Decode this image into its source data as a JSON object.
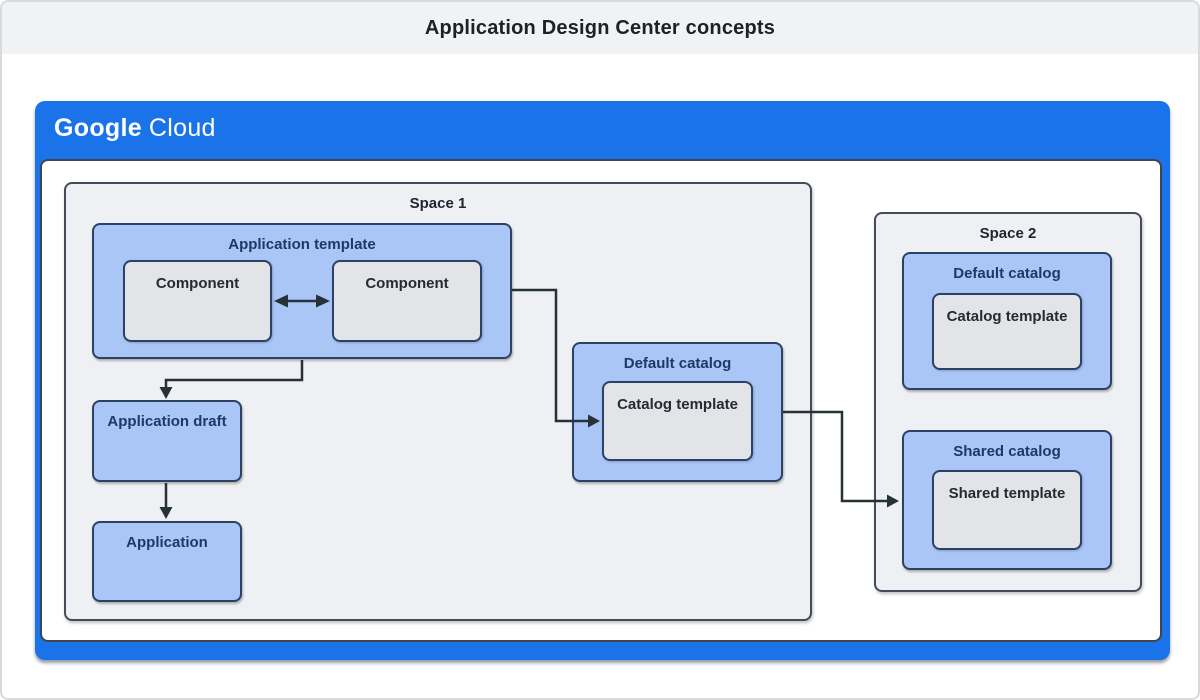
{
  "header": {
    "title": "Application Design Center concepts"
  },
  "brand": {
    "google": "Google",
    "cloud": "Cloud"
  },
  "spaces": {
    "space1": {
      "label": "Space 1"
    },
    "space2": {
      "label": "Space 2"
    }
  },
  "nodes": {
    "application_template": {
      "label": "Application template"
    },
    "component_left": {
      "label": "Component"
    },
    "component_right": {
      "label": "Component"
    },
    "application_draft": {
      "label": "Application draft"
    },
    "application": {
      "label": "Application"
    },
    "default_catalog_space1": {
      "label": "Default catalog"
    },
    "catalog_template_space1": {
      "label": "Catalog template"
    },
    "default_catalog_space2": {
      "label": "Default catalog"
    },
    "catalog_template_space2": {
      "label": "Catalog template"
    },
    "shared_catalog": {
      "label": "Shared catalog"
    },
    "shared_template": {
      "label": "Shared template"
    }
  },
  "colors": {
    "google_cloud_blue": "#1a73e8",
    "node_blue_fill": "#a9c6f7",
    "node_gray_fill": "#e3e4e7",
    "space_fill": "#eef0f3",
    "node_border": "#2c4163",
    "space_border": "#454c59",
    "connector": "#263238",
    "header_band": "#f0f2f4",
    "title_text": "#202124",
    "blue_label_text": "#1b3a66"
  }
}
